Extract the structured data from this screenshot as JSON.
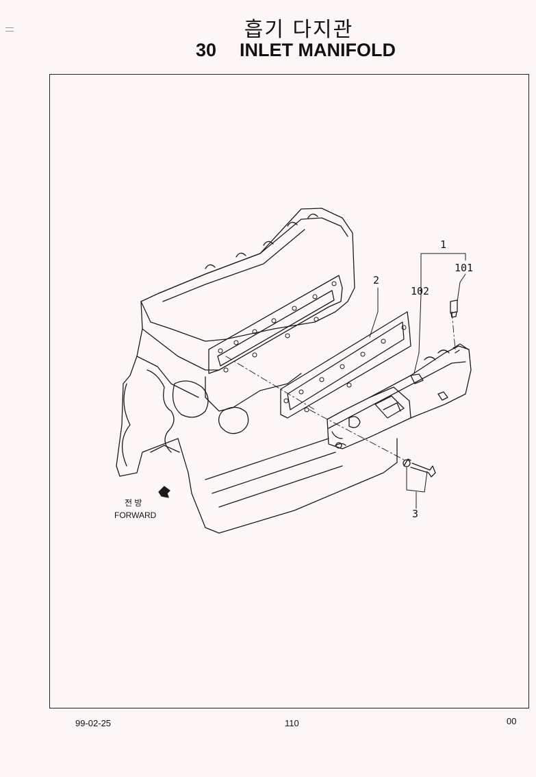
{
  "header": {
    "title_korean": "흡기 다지관",
    "section_number": "30",
    "section_title": "INLET MANIFOLD"
  },
  "diagram": {
    "callouts": {
      "c1": "1",
      "c2": "2",
      "c3": "3",
      "c101": "101",
      "c102": "102"
    },
    "direction": {
      "korean": "전 방",
      "english": "FORWARD"
    }
  },
  "footer": {
    "date": "99-02-25",
    "page": "110",
    "revision": "00"
  }
}
